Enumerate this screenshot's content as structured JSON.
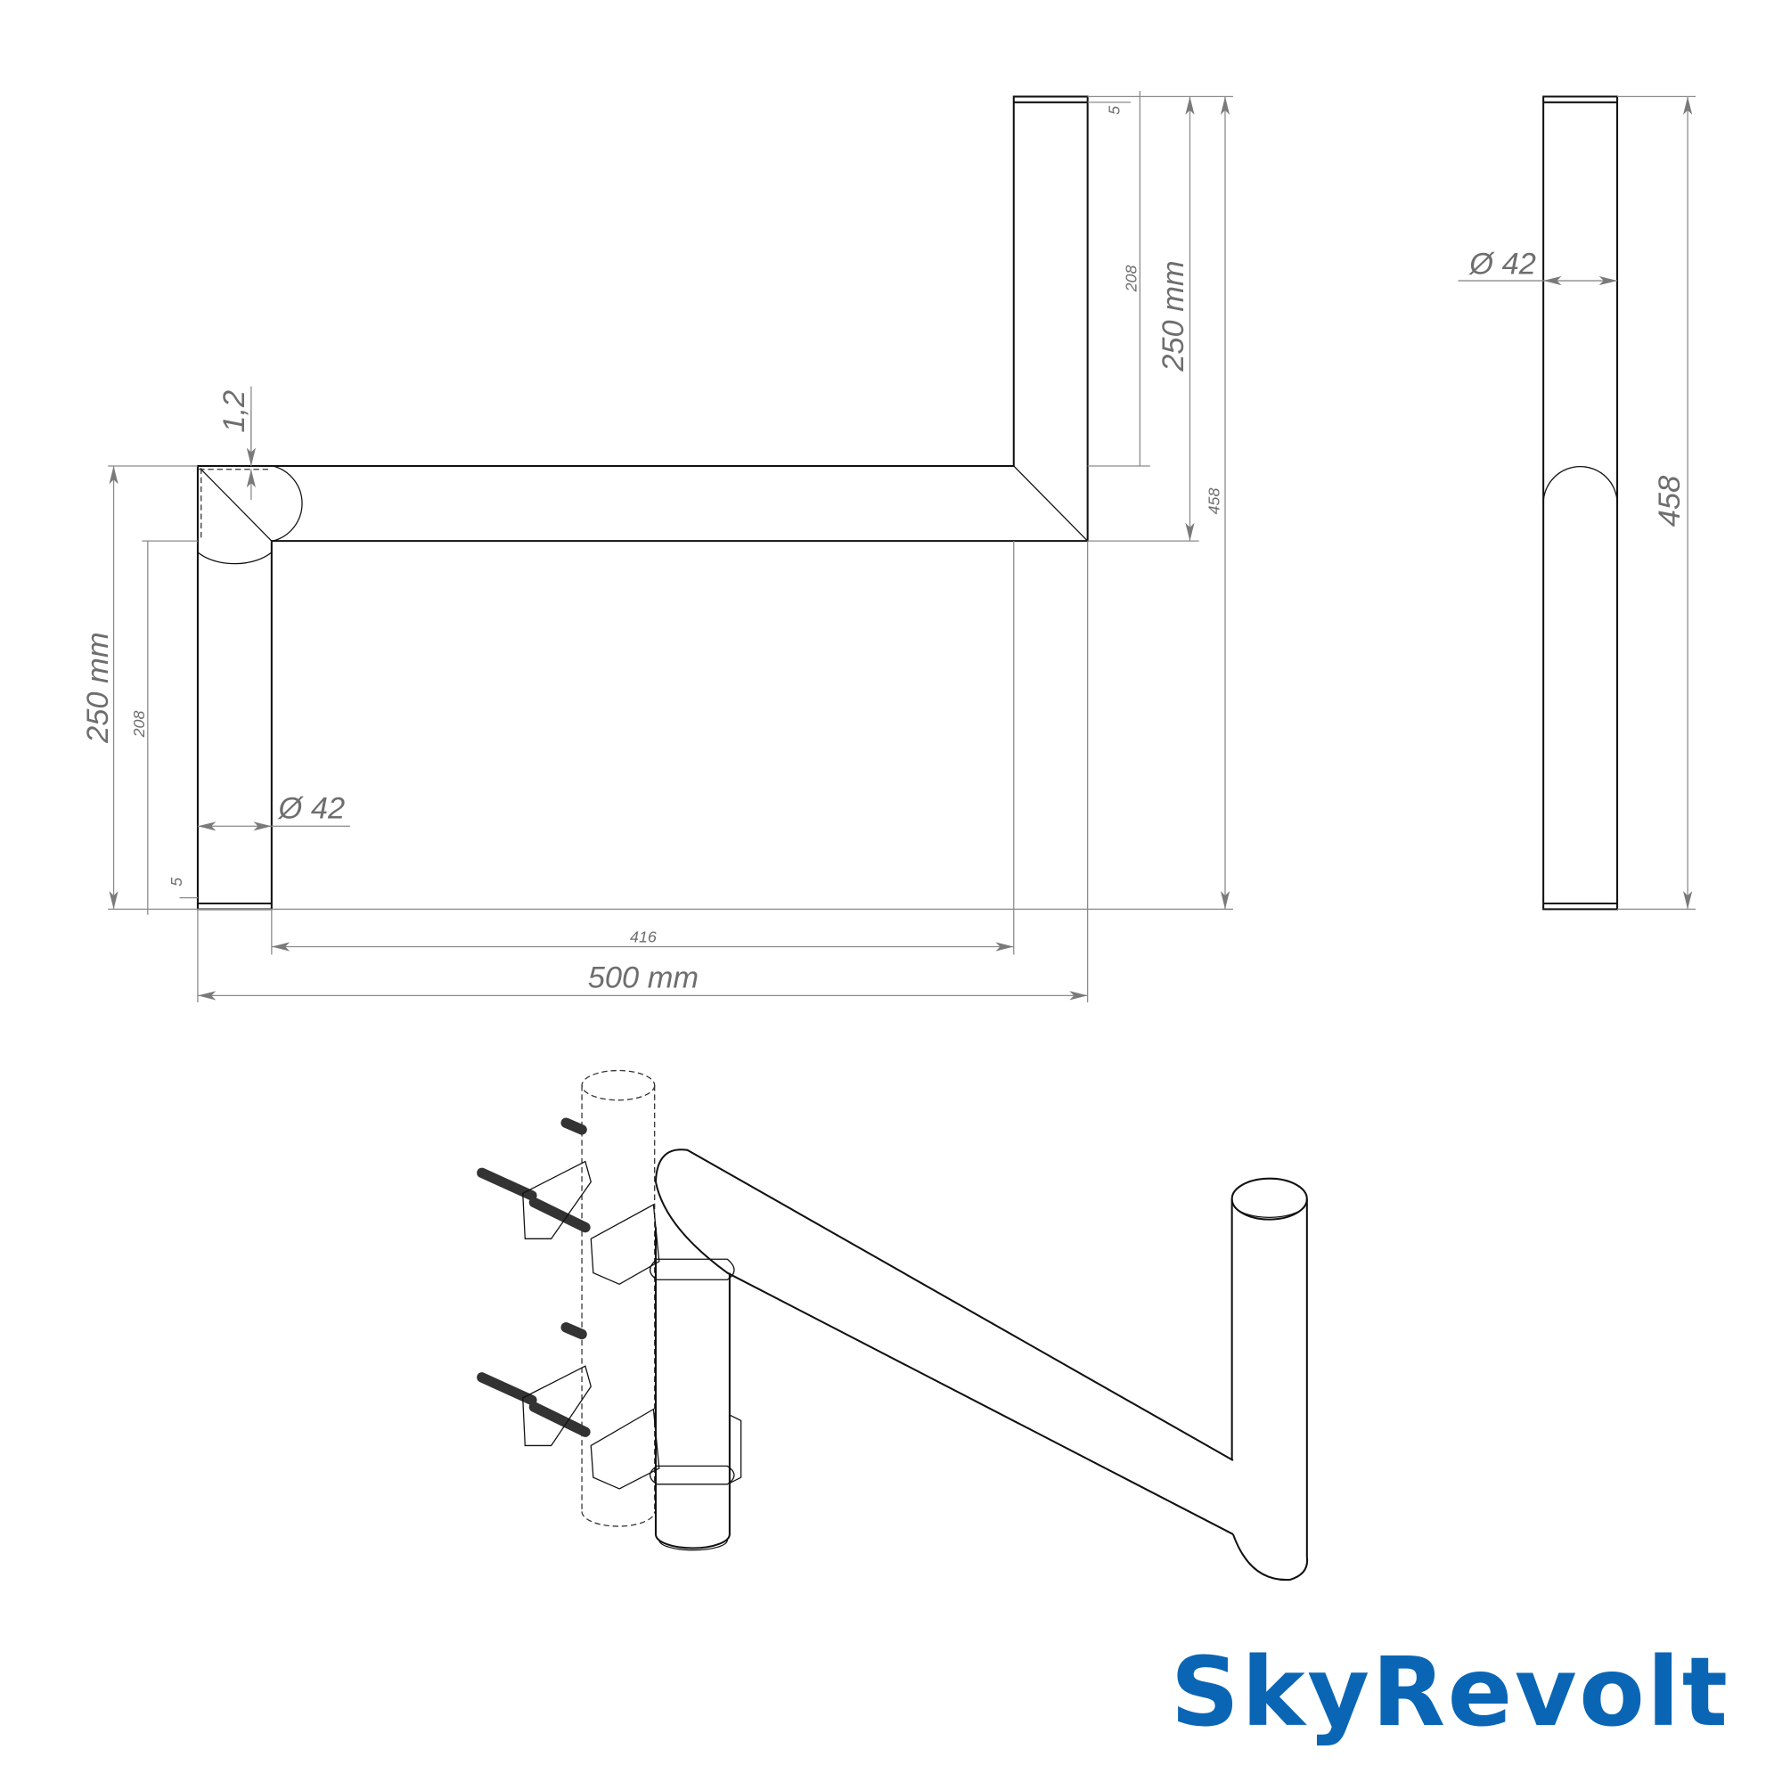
{
  "front_view": {
    "left_height": "250 mm",
    "left_inner": "208",
    "left_cap": "5",
    "wall_thickness": "1,2",
    "diameter": "Ø 42",
    "inner_width": "416",
    "total_width": "500 mm",
    "right_cap": "5",
    "right_inner": "208",
    "right_height": "250 mm",
    "total_height": "458"
  },
  "side_view": {
    "diameter": "Ø 42",
    "total_height": "458"
  },
  "logo": {
    "text": "SkyRevolt",
    "color": "#0a66b5"
  },
  "colors": {
    "outline": "#111111",
    "dimension": "#8a8a8a"
  }
}
